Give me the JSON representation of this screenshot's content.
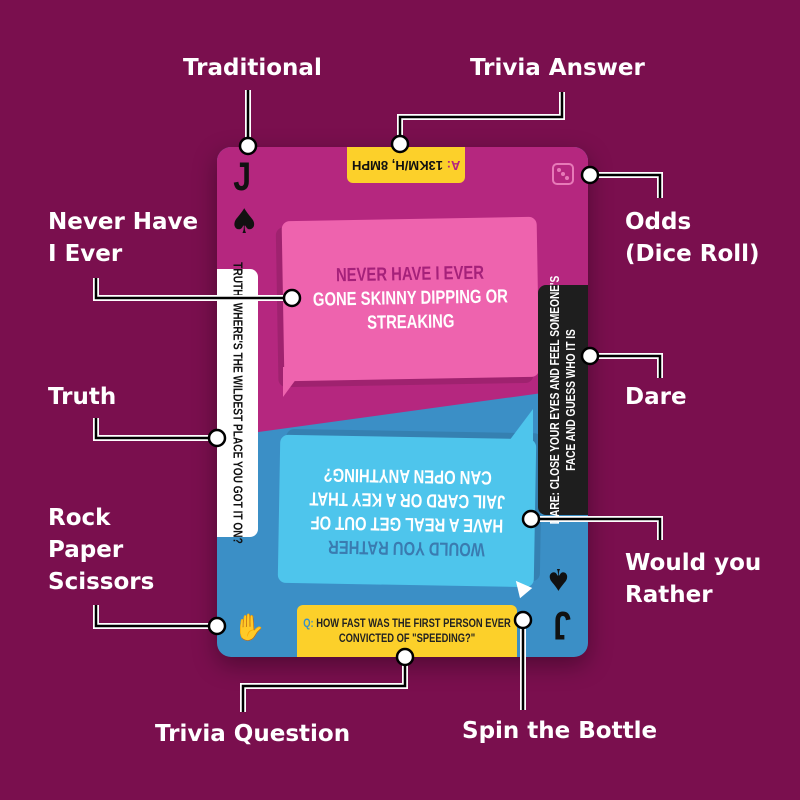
{
  "labels": {
    "traditional": "Traditional",
    "trivia_answer": "Trivia Answer",
    "never_have_1": "Never Have",
    "never_have_2": "I Ever",
    "odds_1": "Odds",
    "odds_2": "(Dice Roll)",
    "truth": "Truth",
    "dare": "Dare",
    "rps_1": "Rock",
    "rps_2": "Paper",
    "rps_3": "Scissors",
    "wyr_1": "Would you",
    "wyr_2": "Rather",
    "trivia_question": "Trivia Question",
    "spin": "Spin the Bottle"
  },
  "card": {
    "rank": "J",
    "suit": "♠",
    "answer_prefix": "A:",
    "answer": "13KM/H, 8MPH",
    "nhie_title": "NEVER HAVE I EVER",
    "nhie_text": "GONE SKINNY DIPPING OR STREAKING",
    "truth": "TRUTH: WHERE'S THE WILDEST PLACE YOU GOT IT ON?",
    "dare_line1": "DARE: CLOSE YOUR EYES AND FEEL SOMEONE'S",
    "dare_line2": "FACE AND GUESS WHO IT IS",
    "wyr_title": "WOULD YOU RATHER",
    "wyr_text": "HAVE A REAL GET OUT OF JAIL CARD OR A KEY THAT CAN OPEN ANYTHING?",
    "question_prefix": "Q:",
    "question": "HOW FAST WAS THE FIRST PERSON EVER CONVICTED OF \"SPEEDING?\""
  },
  "colors": {
    "background": "#7a0f4e",
    "magenta": "#b5277f",
    "blue": "#3b8fc6",
    "yellow": "#fcd02a"
  }
}
